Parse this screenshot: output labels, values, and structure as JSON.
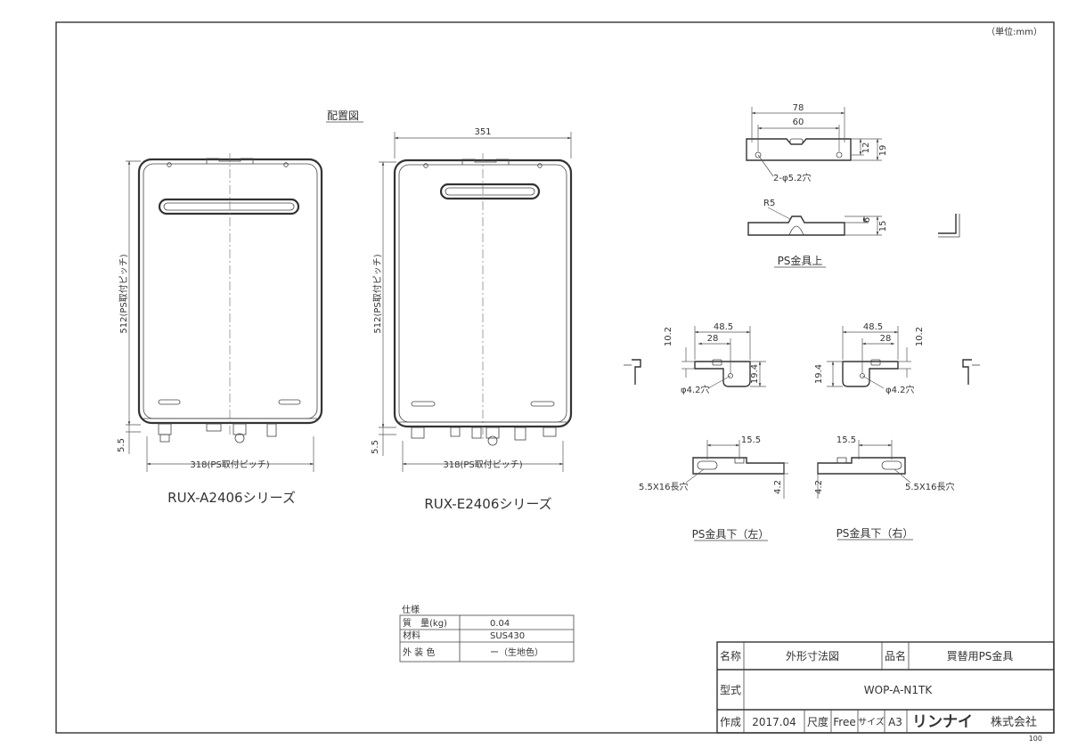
{
  "unit_note": "（単位:mm）",
  "page_no": "100",
  "layout_label": "配置図",
  "heater_a": {
    "name": "RUX-A2406シリーズ",
    "height_dim": "512(PS取付ピッチ)",
    "bottom_dim": "5.5",
    "width_dim": "318(PS取付ピッチ)"
  },
  "heater_e": {
    "name": "RUX-E2406シリーズ",
    "overall_width": "351",
    "height_dim": "512(PS取付ピッチ)",
    "bottom_dim": "5.5",
    "width_dim": "318(PS取付ピッチ)"
  },
  "bracket_top": {
    "name": "PS金具上",
    "dim_78": "78",
    "dim_60": "60",
    "dim_12": "12",
    "dim_19": "19",
    "holes": "2-φ5.2穴",
    "radius": "R5",
    "dim_6": "6",
    "dim_15": "15"
  },
  "bracket_mid_left": {
    "dim_485": "48.5",
    "dim_28": "28",
    "dim_102": "10.2",
    "dim_194": "19.4",
    "hole": "φ4.2穴"
  },
  "bracket_mid_right": {
    "dim_485": "48.5",
    "dim_28": "28",
    "dim_102": "10.2",
    "dim_194": "19.4",
    "hole": "φ4.2穴"
  },
  "bracket_low_left": {
    "name": "PS金具下（左）",
    "dim_155": "15.5",
    "slot": "5.5X16長穴",
    "dim_42": "4.2"
  },
  "bracket_low_right": {
    "name": "PS金具下（右）",
    "dim_155": "15.5",
    "slot": "5.5X16長穴",
    "dim_42": "4.2"
  },
  "spec": {
    "title": "仕様",
    "rows": [
      {
        "label": "質　量(kg)",
        "value": "0.04"
      },
      {
        "label": "材料",
        "value": "SUS430"
      },
      {
        "label": "外 装 色",
        "value": "ー（生地色）"
      }
    ]
  },
  "title_block": {
    "name_label": "名称",
    "name_value": "外形寸法図",
    "product_label": "品名",
    "product_value": "買替用PS金具",
    "model_label": "型式",
    "model_value": "WOP-A-N1TK",
    "made_label": "作成",
    "made_value": "2017.04",
    "scale_label": "尺度",
    "scale_value": "Free",
    "size_label": "サイズ",
    "size_value": "A3",
    "brand": "リンナイ",
    "company": "株式会社"
  }
}
